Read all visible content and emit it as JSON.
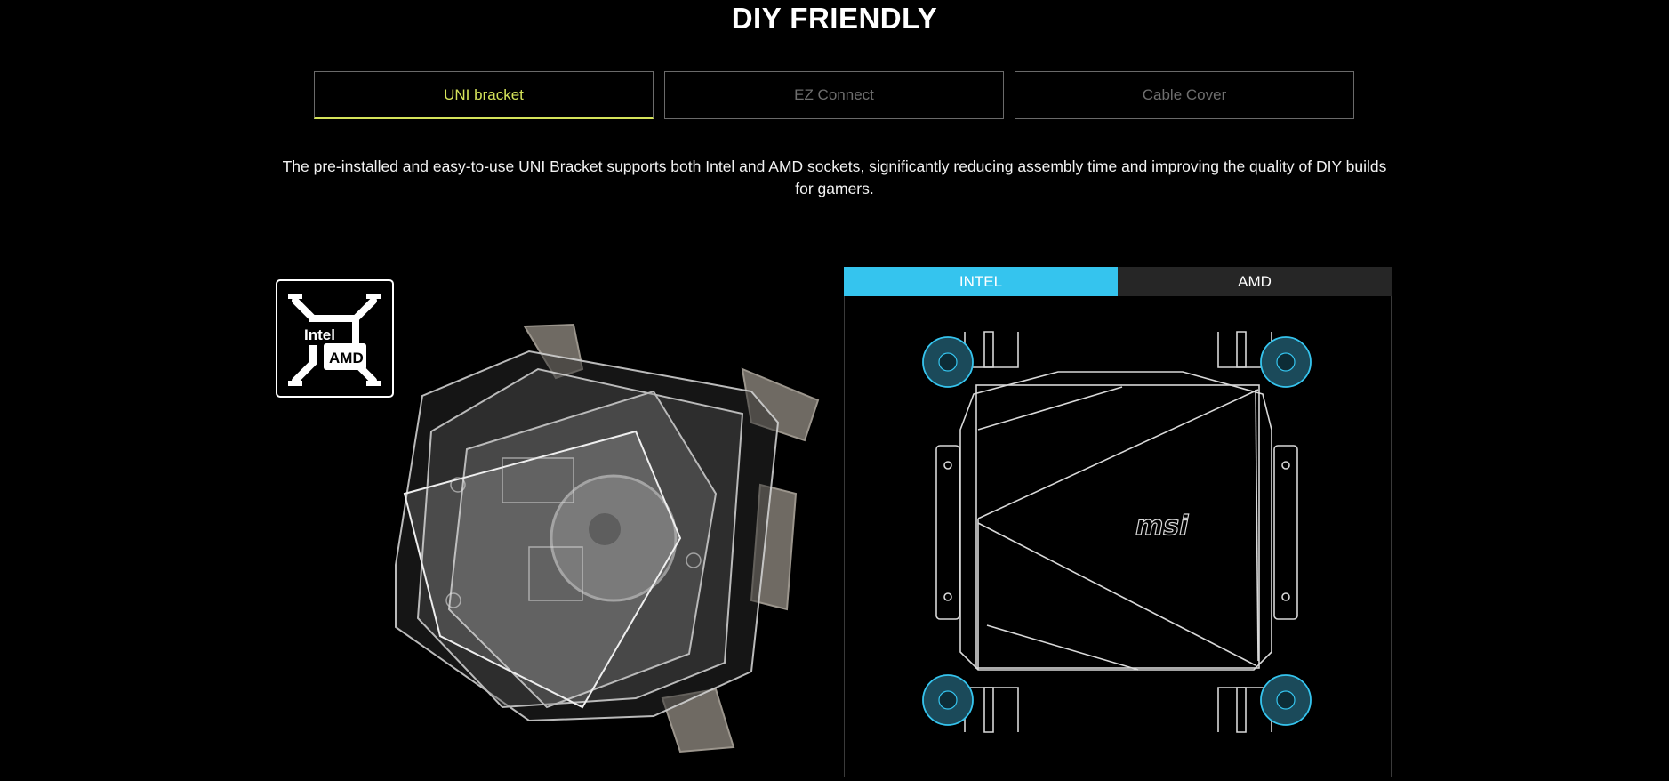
{
  "section": {
    "title": "DIY FRIENDLY"
  },
  "tabs": [
    {
      "label": "UNI bracket",
      "active": true
    },
    {
      "label": "EZ Connect",
      "active": false
    },
    {
      "label": "Cable Cover",
      "active": false
    }
  ],
  "description": "The pre-installed and easy-to-use UNI Bracket supports both Intel and AMD sockets, significantly reducing assembly time and improving the quality of DIY builds for gamers.",
  "badge": {
    "intel_label": "Intel",
    "amd_label": "AMD",
    "icon": "uni-bracket-icon"
  },
  "socket_tabs": [
    {
      "label": "INTEL",
      "active": true
    },
    {
      "label": "AMD",
      "active": false
    }
  ],
  "diagram": {
    "logo_text": "msi"
  },
  "colors": {
    "accent_active_tab": "#d5e35a",
    "intel_tab": "#35c4ee",
    "amd_tab": "#262626",
    "background": "#000000"
  }
}
